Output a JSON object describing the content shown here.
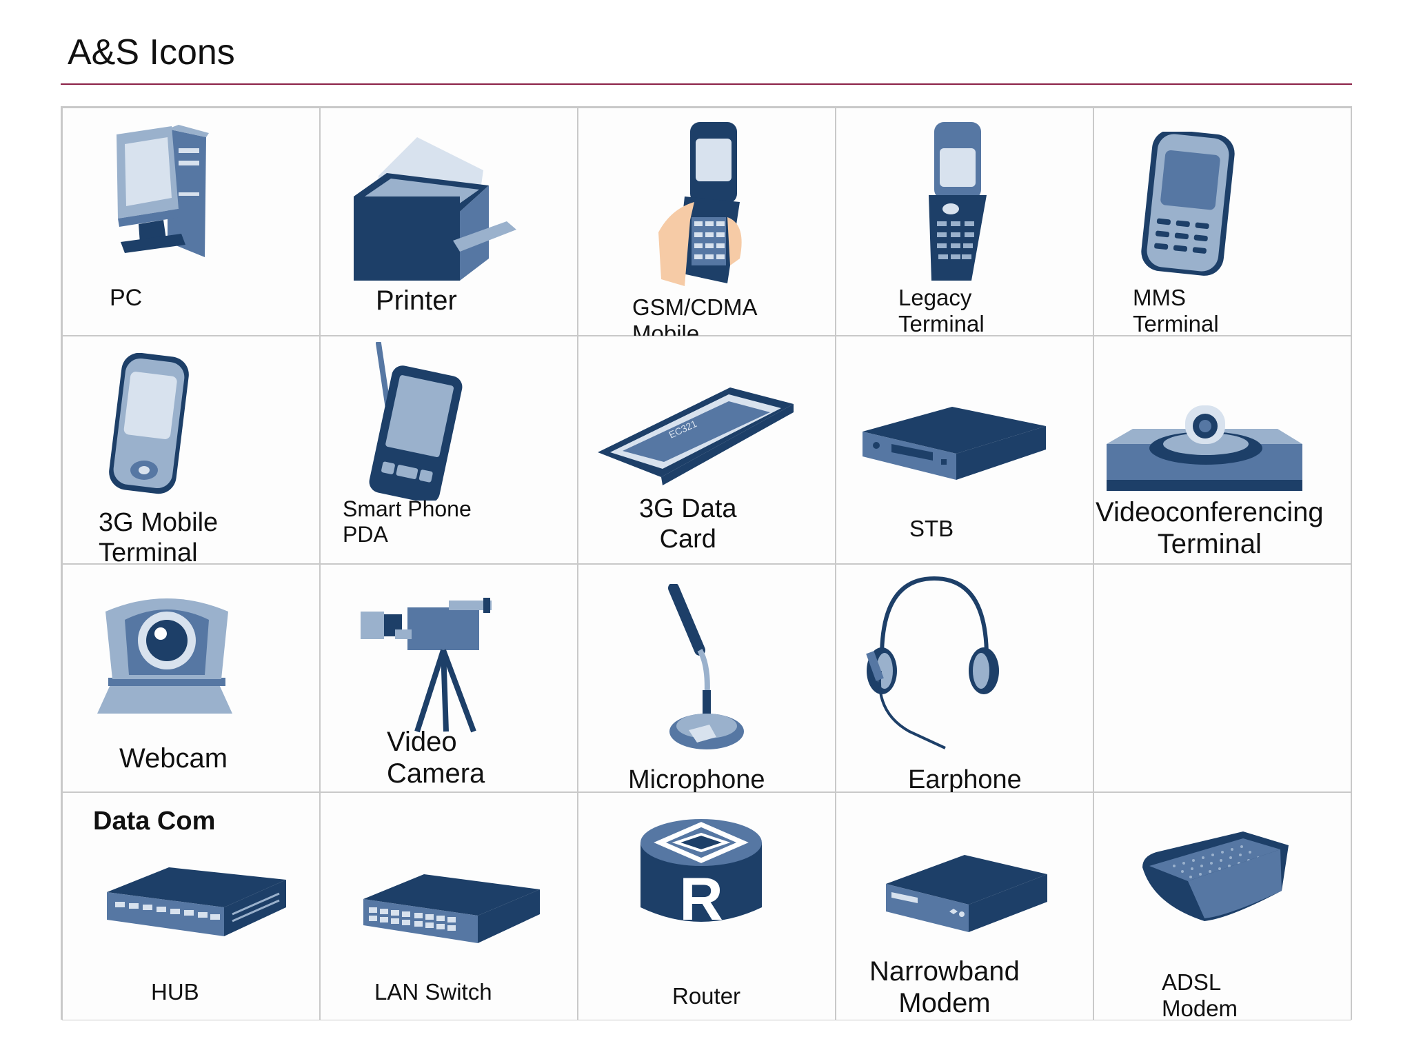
{
  "page": {
    "title": "A&S Icons"
  },
  "section_label": "Data Com",
  "palette": {
    "dark": "#1d3f68",
    "mid": "#5677a3",
    "light": "#9ab1cc",
    "pale": "#d8e2ee",
    "skin": "#f6cba6",
    "rule": "#8b2046"
  },
  "cells": [
    {
      "id": "pc",
      "label": "PC",
      "icon": "pc-icon"
    },
    {
      "id": "printer",
      "label": "Printer",
      "icon": "printer-icon"
    },
    {
      "id": "gsm",
      "label": "GSM/CDMA\nMobile\nTerminal",
      "icon": "gsm-phone-icon"
    },
    {
      "id": "legacy",
      "label": "Legacy\nTerminal",
      "icon": "flip-phone-icon"
    },
    {
      "id": "mms",
      "label": "MMS\nTerminal",
      "icon": "mms-phone-icon"
    },
    {
      "id": "mobile3g",
      "label": "3G Mobile\nTerminal",
      "icon": "3g-phone-icon"
    },
    {
      "id": "pda",
      "label": "Smart Phone\nPDA",
      "icon": "pda-icon"
    },
    {
      "id": "datacard",
      "label": "3G Data\nCard",
      "icon": "data-card-icon"
    },
    {
      "id": "stb",
      "label": "STB",
      "icon": "stb-icon"
    },
    {
      "id": "video",
      "label": "Videoconferencing\nTerminal",
      "icon": "videoconference-icon"
    },
    {
      "id": "webcam",
      "label": "Webcam",
      "icon": "webcam-icon"
    },
    {
      "id": "camera",
      "label": "Video\nCamera",
      "icon": "video-camera-icon"
    },
    {
      "id": "mic",
      "label": "Microphone",
      "icon": "microphone-icon"
    },
    {
      "id": "earphone",
      "label": "Earphone",
      "icon": "earphone-icon"
    },
    {
      "id": "empty",
      "label": "",
      "icon": ""
    },
    {
      "id": "hub",
      "label": "HUB",
      "icon": "hub-icon"
    },
    {
      "id": "lanswitch",
      "label": "LAN Switch",
      "icon": "lan-switch-icon"
    },
    {
      "id": "router",
      "label": "Router",
      "icon": "router-icon"
    },
    {
      "id": "narrowband",
      "label": "Narrowband\nModem",
      "icon": "narrowband-modem-icon"
    },
    {
      "id": "adsl",
      "label": "ADSL\nModem",
      "icon": "adsl-modem-icon"
    }
  ]
}
